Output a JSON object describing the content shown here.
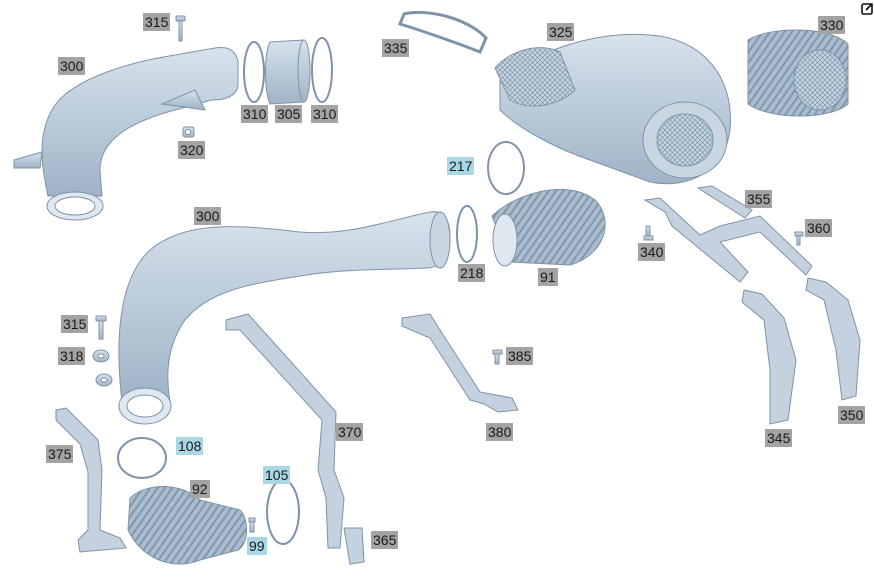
{
  "callouts": [
    {
      "id": "315a",
      "label": "315",
      "highlight": false
    },
    {
      "id": "300a",
      "label": "300",
      "highlight": false
    },
    {
      "id": "310a",
      "label": "310",
      "highlight": false
    },
    {
      "id": "305",
      "label": "305",
      "highlight": false
    },
    {
      "id": "310b",
      "label": "310",
      "highlight": false
    },
    {
      "id": "320",
      "label": "320",
      "highlight": false
    },
    {
      "id": "335",
      "label": "335",
      "highlight": false
    },
    {
      "id": "325",
      "label": "325",
      "highlight": false
    },
    {
      "id": "330",
      "label": "330",
      "highlight": false
    },
    {
      "id": "217",
      "label": "217",
      "highlight": true
    },
    {
      "id": "355",
      "label": "355",
      "highlight": false
    },
    {
      "id": "360",
      "label": "360",
      "highlight": false
    },
    {
      "id": "340",
      "label": "340",
      "highlight": false
    },
    {
      "id": "300b",
      "label": "300",
      "highlight": false
    },
    {
      "id": "218",
      "label": "218",
      "highlight": false
    },
    {
      "id": "91",
      "label": "91",
      "highlight": false
    },
    {
      "id": "315b",
      "label": "315",
      "highlight": false
    },
    {
      "id": "318",
      "label": "318",
      "highlight": false
    },
    {
      "id": "385",
      "label": "385",
      "highlight": false
    },
    {
      "id": "380",
      "label": "380",
      "highlight": false
    },
    {
      "id": "370",
      "label": "370",
      "highlight": false
    },
    {
      "id": "350",
      "label": "350",
      "highlight": false
    },
    {
      "id": "345",
      "label": "345",
      "highlight": false
    },
    {
      "id": "108",
      "label": "108",
      "highlight": true
    },
    {
      "id": "375",
      "label": "375",
      "highlight": false
    },
    {
      "id": "92",
      "label": "92",
      "highlight": false
    },
    {
      "id": "105",
      "label": "105",
      "highlight": true
    },
    {
      "id": "99",
      "label": "99",
      "highlight": true
    },
    {
      "id": "365",
      "label": "365",
      "highlight": false
    }
  ],
  "icons": {
    "corner": "edit-icon"
  },
  "colors": {
    "part_fill": "#b8c8d8",
    "part_stroke": "#7e93a8",
    "label_bg": "#a3a3a3",
    "label_bg_highlight": "#a9d7e6"
  }
}
